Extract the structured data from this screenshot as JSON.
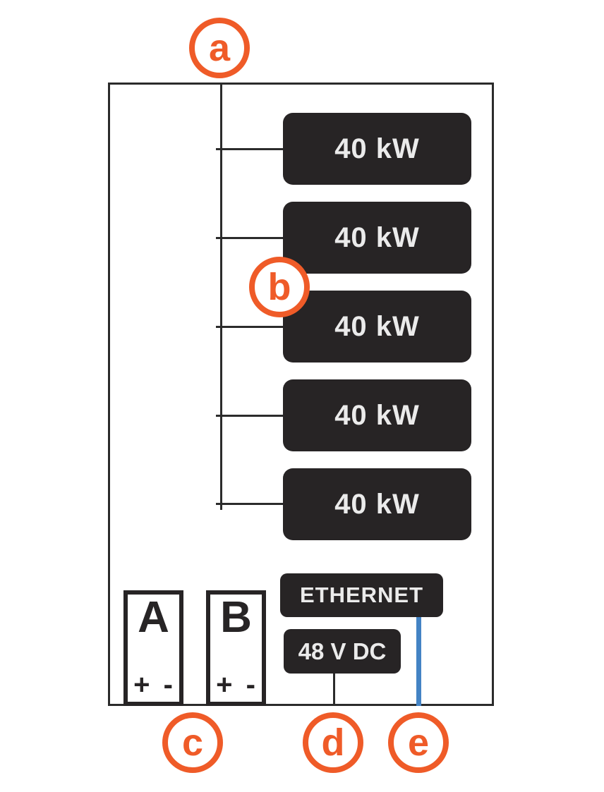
{
  "diagram": {
    "callouts": {
      "a": "a",
      "b": "b",
      "c": "c",
      "d": "d",
      "e": "e"
    },
    "modules": [
      {
        "label": "40 kW"
      },
      {
        "label": "40 kW"
      },
      {
        "label": "40 kW"
      },
      {
        "label": "40 kW"
      },
      {
        "label": "40 kW"
      }
    ],
    "connections": {
      "ethernet_label": "ETHERNET",
      "dc_supply_label": "48 V DC"
    },
    "batteries": [
      {
        "label": "A",
        "terminals": "+ -"
      },
      {
        "label": "B",
        "terminals": "+ -"
      }
    ],
    "colors": {
      "callout_orange": "#EF5B28",
      "ethernet_blue": "#4383C4",
      "module_dark": "#272425",
      "label_light": "#EBEBEB",
      "line_dark": "#2B2B2B"
    }
  }
}
